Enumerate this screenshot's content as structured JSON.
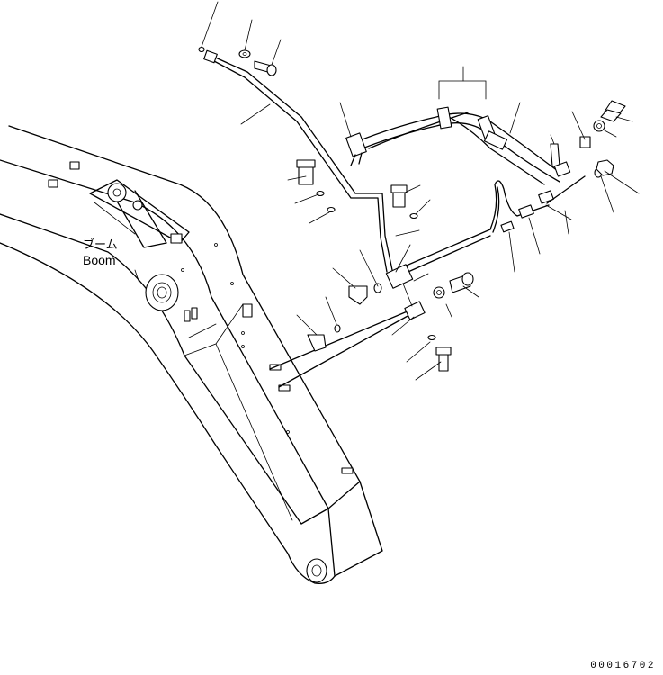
{
  "boom_label": {
    "japanese": "ブーム",
    "english": "Boom"
  },
  "document_number": "00016702"
}
